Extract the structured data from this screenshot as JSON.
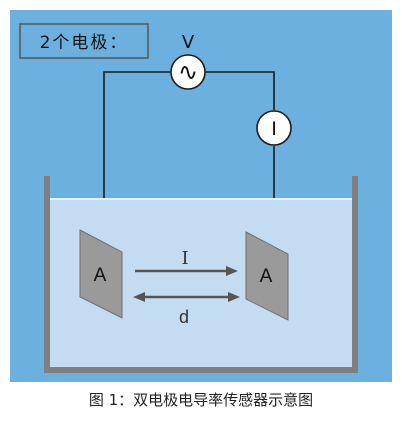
{
  "title_box": {
    "text": "2个电极："
  },
  "voltmeter": {
    "label": "V",
    "symbol": "∿"
  },
  "ammeter": {
    "symbol": "I"
  },
  "electrodes": {
    "left_label": "A",
    "right_label": "A"
  },
  "current_label": "I",
  "distance_label": "d",
  "caption": "图 1：双电极电导率传感器示意图",
  "colors": {
    "background": "#6cb0e0",
    "liquid": "#c4dcf2",
    "tank_wall": "#7f7f7f",
    "plate": "#9a9a9a",
    "wire": "#1a1a1a",
    "arrow": "#555555"
  }
}
